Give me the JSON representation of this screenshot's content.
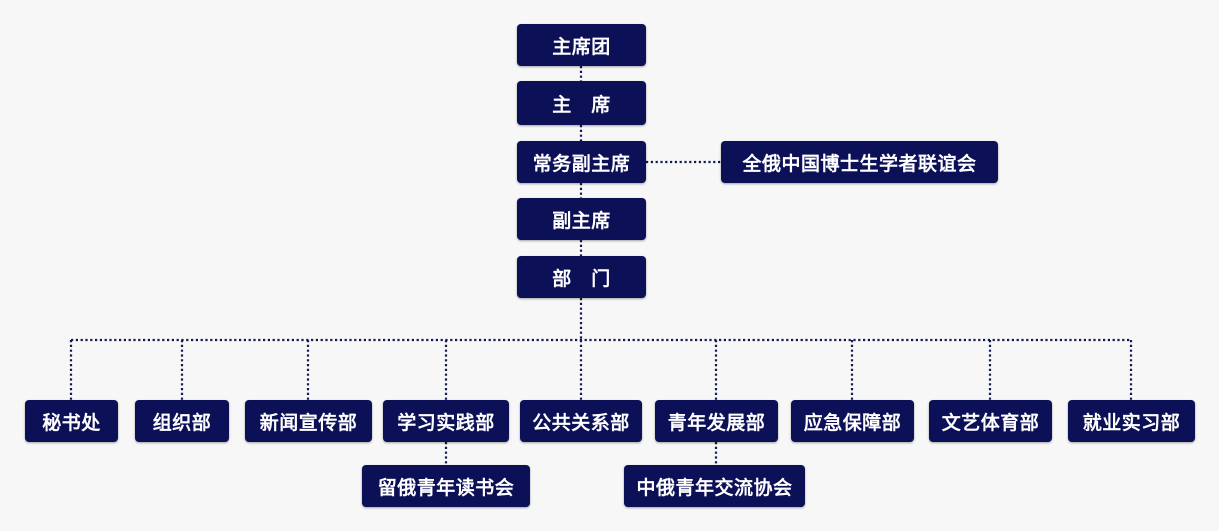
{
  "org_chart": {
    "presidium": "主席团",
    "chair": "主　席",
    "executive_vice_chair": "常务副主席",
    "affiliate": "全俄中国博士生学者联谊会",
    "vice_chair": "副主席",
    "departments_label": "部　门",
    "departments": [
      {
        "label": "秘书处"
      },
      {
        "label": "组织部"
      },
      {
        "label": "新闻宣传部"
      },
      {
        "label": "学习实践部",
        "sub": "留俄青年读书会"
      },
      {
        "label": "公共关系部"
      },
      {
        "label": "青年发展部",
        "sub": "中俄青年交流协会"
      },
      {
        "label": "应急保障部"
      },
      {
        "label": "文艺体育部"
      },
      {
        "label": "就业实习部"
      }
    ]
  },
  "colors": {
    "box": "#0c1057",
    "text": "#ffffff",
    "line": "#111a4e",
    "background": "#f7f7f7"
  }
}
